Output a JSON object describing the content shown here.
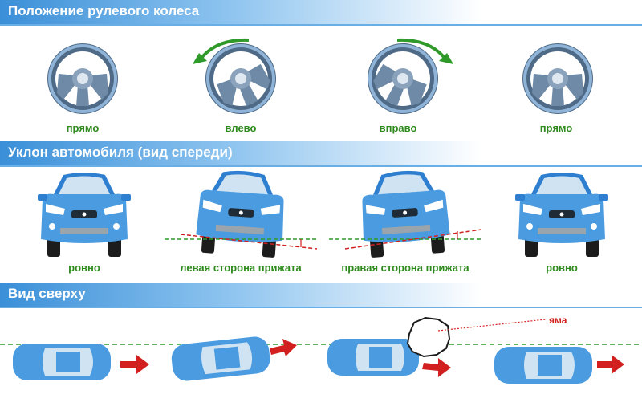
{
  "sections": {
    "steering": {
      "title": "Положение рулевого колеса",
      "labels": [
        "прямо",
        "влево",
        "вправо",
        "прямо"
      ]
    },
    "tilt": {
      "title": "Уклон автомобиля (вид спереди)",
      "labels": [
        "ровно",
        "левая сторона прижата",
        "правая сторона прижата",
        "ровно"
      ]
    },
    "top": {
      "title": "Вид сверху",
      "pit_label": "яма"
    }
  },
  "colors": {
    "header": "#3a8fd8",
    "label_green": "#2f8a1e",
    "arrow_green": "#2f9a2a",
    "arrow_red": "#d21f1f",
    "car_blue": "#4a9be0"
  }
}
